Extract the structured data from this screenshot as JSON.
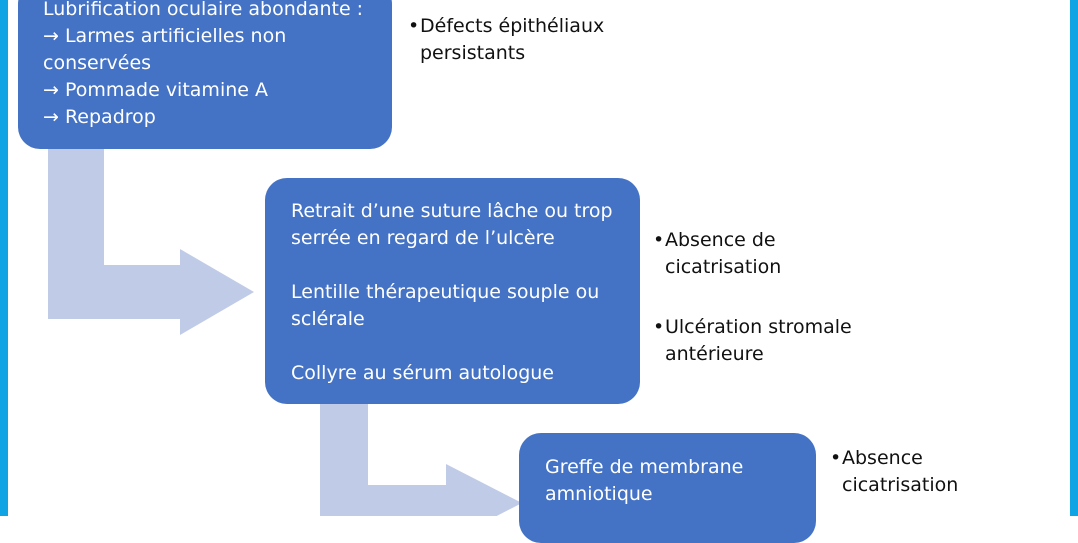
{
  "colors": {
    "box_fill": "#4472c4",
    "arrow_fill": "#c0cbe7",
    "frame": "#10a4e4",
    "box_text": "#ffffff",
    "note_text": "#111111"
  },
  "steps": [
    {
      "lines": [
        "Lubrification oculaire abondante :",
        "→ Larmes artificielles non",
        "conservées",
        "→ Pommade vitamine A",
        "→ Repadrop"
      ],
      "notes": [
        [
          "Défects épithéliaux",
          "persistants"
        ]
      ]
    },
    {
      "paragraphs": [
        [
          "Retrait d’une suture lâche ou trop",
          "serrée en regard de l’ulcère"
        ],
        [
          "Lentille thérapeutique souple ou",
          "sclérale"
        ],
        [
          "Collyre au sérum autologue"
        ]
      ],
      "notes": [
        [
          "Absence de",
          "cicatrisation"
        ],
        [
          "Ulcération stromale",
          "antérieure"
        ]
      ]
    },
    {
      "lines": [
        "Greffe de membrane",
        "amniotique"
      ],
      "notes": [
        [
          "Absence",
          "cicatrisation"
        ]
      ]
    }
  ],
  "bullet_char": "•"
}
